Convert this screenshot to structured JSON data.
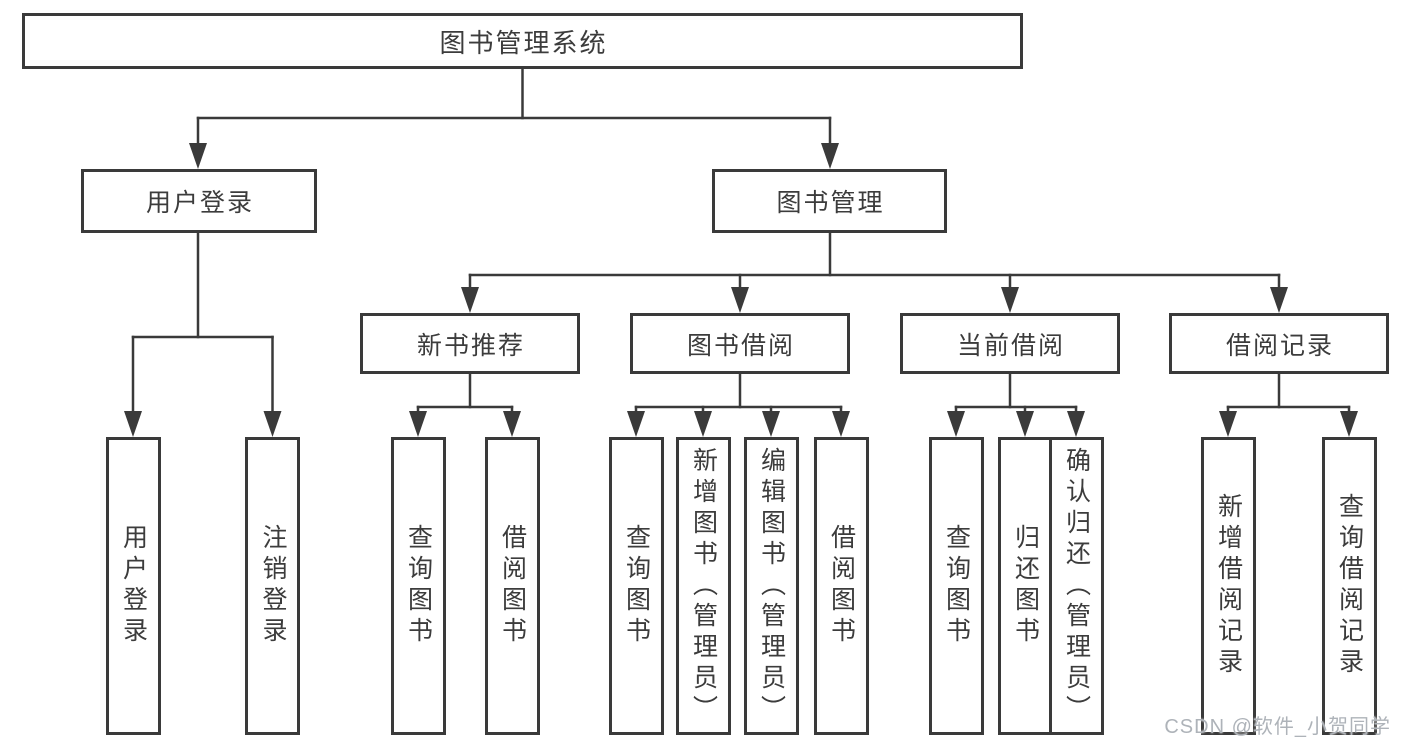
{
  "diagram": {
    "title": "图书管理系统",
    "nodes": [
      {
        "id": "root",
        "label": "图书管理系统",
        "parent": null
      },
      {
        "id": "user-login",
        "label": "用户登录",
        "parent": "root"
      },
      {
        "id": "book-management",
        "label": "图书管理",
        "parent": "root"
      },
      {
        "id": "new-book-recommend",
        "label": "新书推荐",
        "parent": "book-management"
      },
      {
        "id": "book-borrow",
        "label": "图书借阅",
        "parent": "book-management"
      },
      {
        "id": "current-borrow",
        "label": "当前借阅",
        "parent": "book-management"
      },
      {
        "id": "borrow-records",
        "label": "借阅记录",
        "parent": "book-management"
      },
      {
        "id": "leaf-user-login",
        "label": "用户登录",
        "parent": "user-login"
      },
      {
        "id": "leaf-logout",
        "label": "注销登录",
        "parent": "user-login"
      },
      {
        "id": "leaf-query-books-recommend",
        "label": "查询图书",
        "parent": "new-book-recommend"
      },
      {
        "id": "leaf-borrow-books-recommend",
        "label": "借阅图书",
        "parent": "new-book-recommend"
      },
      {
        "id": "leaf-query-books-borrow",
        "label": "查询图书",
        "parent": "book-borrow"
      },
      {
        "id": "leaf-add-book-admin",
        "label": "新增图书（管理员）",
        "parent": "book-borrow"
      },
      {
        "id": "leaf-edit-book-admin",
        "label": "编辑图书（管理员）",
        "parent": "book-borrow"
      },
      {
        "id": "leaf-borrow-books-borrow",
        "label": "借阅图书",
        "parent": "book-borrow"
      },
      {
        "id": "leaf-query-books-current",
        "label": "查询图书",
        "parent": "current-borrow"
      },
      {
        "id": "leaf-return-book",
        "label": "归还图书",
        "parent": "current-borrow"
      },
      {
        "id": "leaf-confirm-return-admin",
        "label": "确认归还（管理员）",
        "parent": "current-borrow"
      },
      {
        "id": "leaf-add-borrow-record",
        "label": "新增借阅记录",
        "parent": "borrow-records"
      },
      {
        "id": "leaf-query-borrow-record",
        "label": "查询借阅记录",
        "parent": "borrow-records"
      }
    ],
    "watermark": "CSDN @软件_小贺同学",
    "colors": {
      "line": "#3a3a3a",
      "text": "#3c3c3c",
      "watermark": "#aeb3b9",
      "background": "#ffffff"
    }
  }
}
